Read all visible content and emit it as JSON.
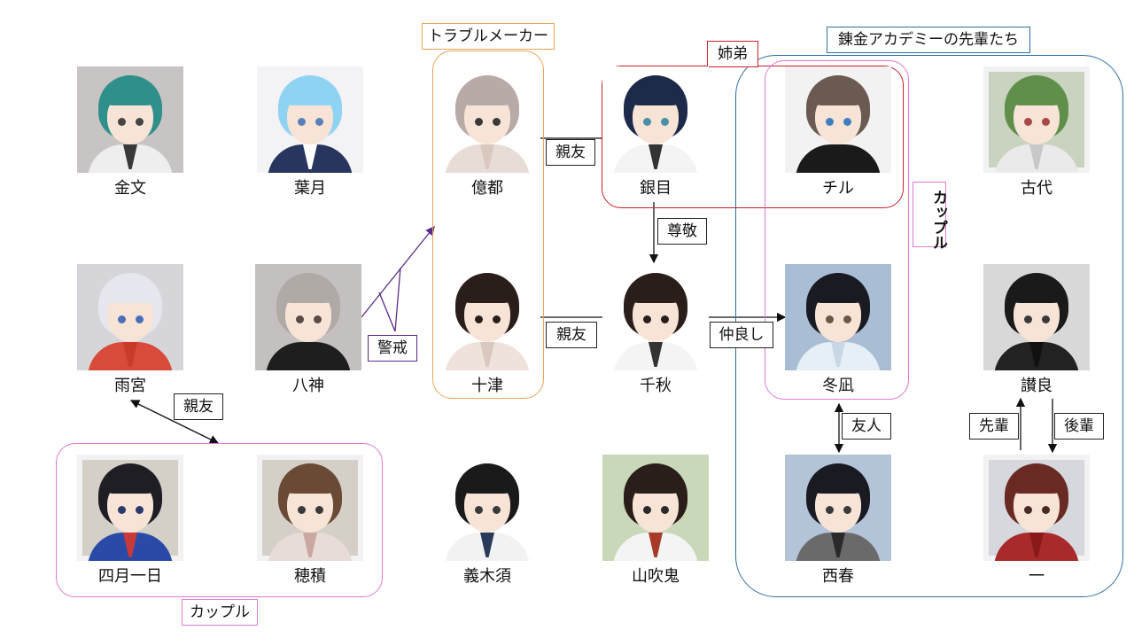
{
  "groups": {
    "trouble_makers": "トラブルメーカー",
    "siblings": "姉弟",
    "academy_seniors": "錬金アカデミーの先輩たち",
    "couple_right": "カップル",
    "couple_bottom": "カップル"
  },
  "relations": {
    "best_friend_top": "親友",
    "best_friend_mid": "親友",
    "best_friend_left": "親友",
    "respect": "尊敬",
    "close_friends": "仲良し",
    "caution": "警戒",
    "friend": "友人",
    "senior": "先輩",
    "junior": "後輩"
  },
  "people": {
    "kinbun": "金文",
    "hazuki": "葉月",
    "okuto": "億都",
    "ginme": "銀目",
    "chiru": "チル",
    "kodai": "古代",
    "amamiya": "雨宮",
    "yagami": "八神",
    "totsu": "十津",
    "chiaki": "千秋",
    "tounagi": "冬凪",
    "sanra": "讃良",
    "watanuki": "四月一日",
    "hozumi": "穂積",
    "gikisu": "義木須",
    "yamabuki": "山吹鬼",
    "nishiharu": "西春",
    "hajime": "一"
  },
  "colors": {
    "trouble_maker_border": "#e8a35a",
    "siblings_border": "#c8202a",
    "couple_border": "#e07ad6",
    "academy_border": "#2e6da4",
    "caution_line": "#5a2a8a"
  }
}
